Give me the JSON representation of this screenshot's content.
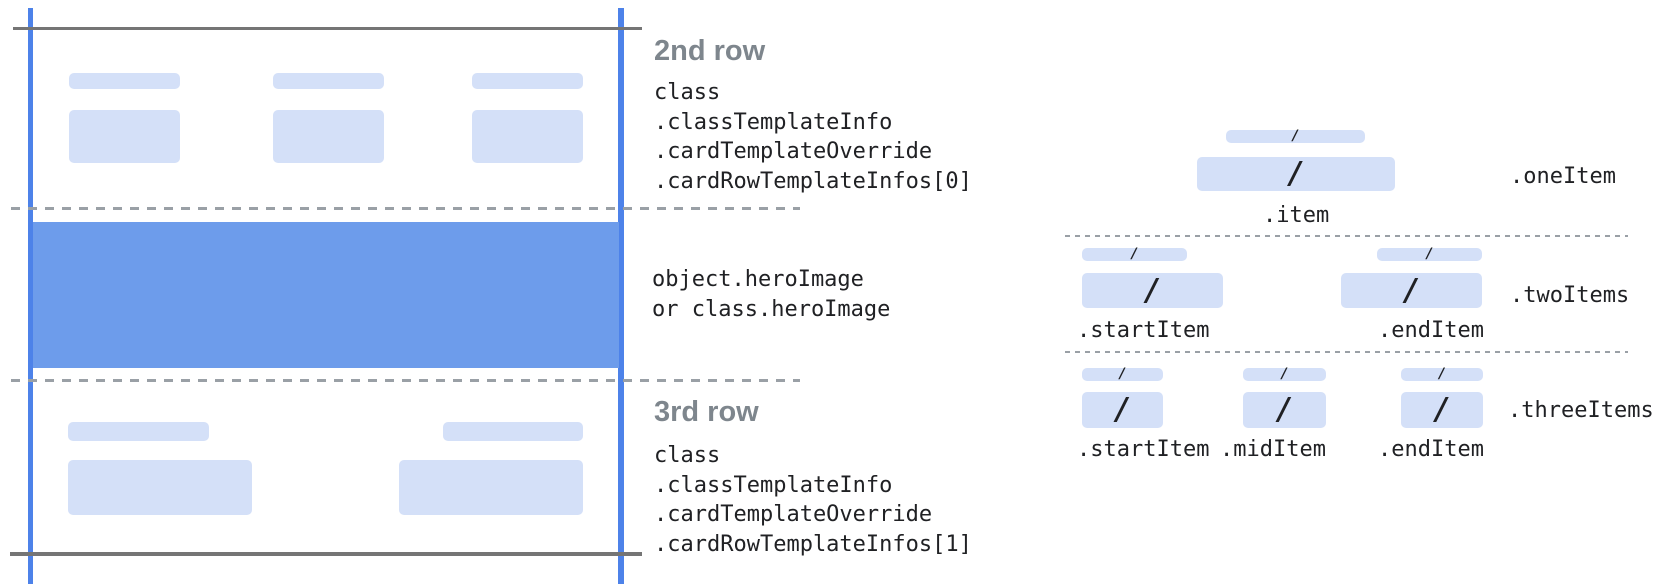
{
  "colors": {
    "bar_fill": "#d4e0f8",
    "hero_fill": "#6d9ceb",
    "guide_line": "#4d82e9",
    "solid_line": "#757575",
    "dashed_line": "#9aa0a6",
    "heading_text": "#7e868d",
    "code_text": "#202124"
  },
  "card": {
    "row2": {
      "heading": "2nd row",
      "code_lines": [
        "class",
        ".classTemplateInfo",
        ".cardTemplateOverride",
        ".cardRowTemplateInfos[0]"
      ]
    },
    "hero": {
      "code_lines": [
        "object.heroImage",
        "or class.heroImage"
      ]
    },
    "row3": {
      "heading": "3rd row",
      "code_lines": [
        "class",
        ".classTemplateInfo",
        ".cardTemplateOverride",
        ".cardRowTemplateInfos[1]"
      ]
    }
  },
  "items": {
    "slash": "/",
    "one": {
      "row_label": ".oneItem",
      "item_label": ".item"
    },
    "two": {
      "row_label": ".twoItems",
      "start_label": ".startItem",
      "end_label": ".endItem"
    },
    "three": {
      "row_label": ".threeItems",
      "start_label": ".startItem",
      "mid_label": ".midItem",
      "end_label": ".endItem"
    }
  }
}
